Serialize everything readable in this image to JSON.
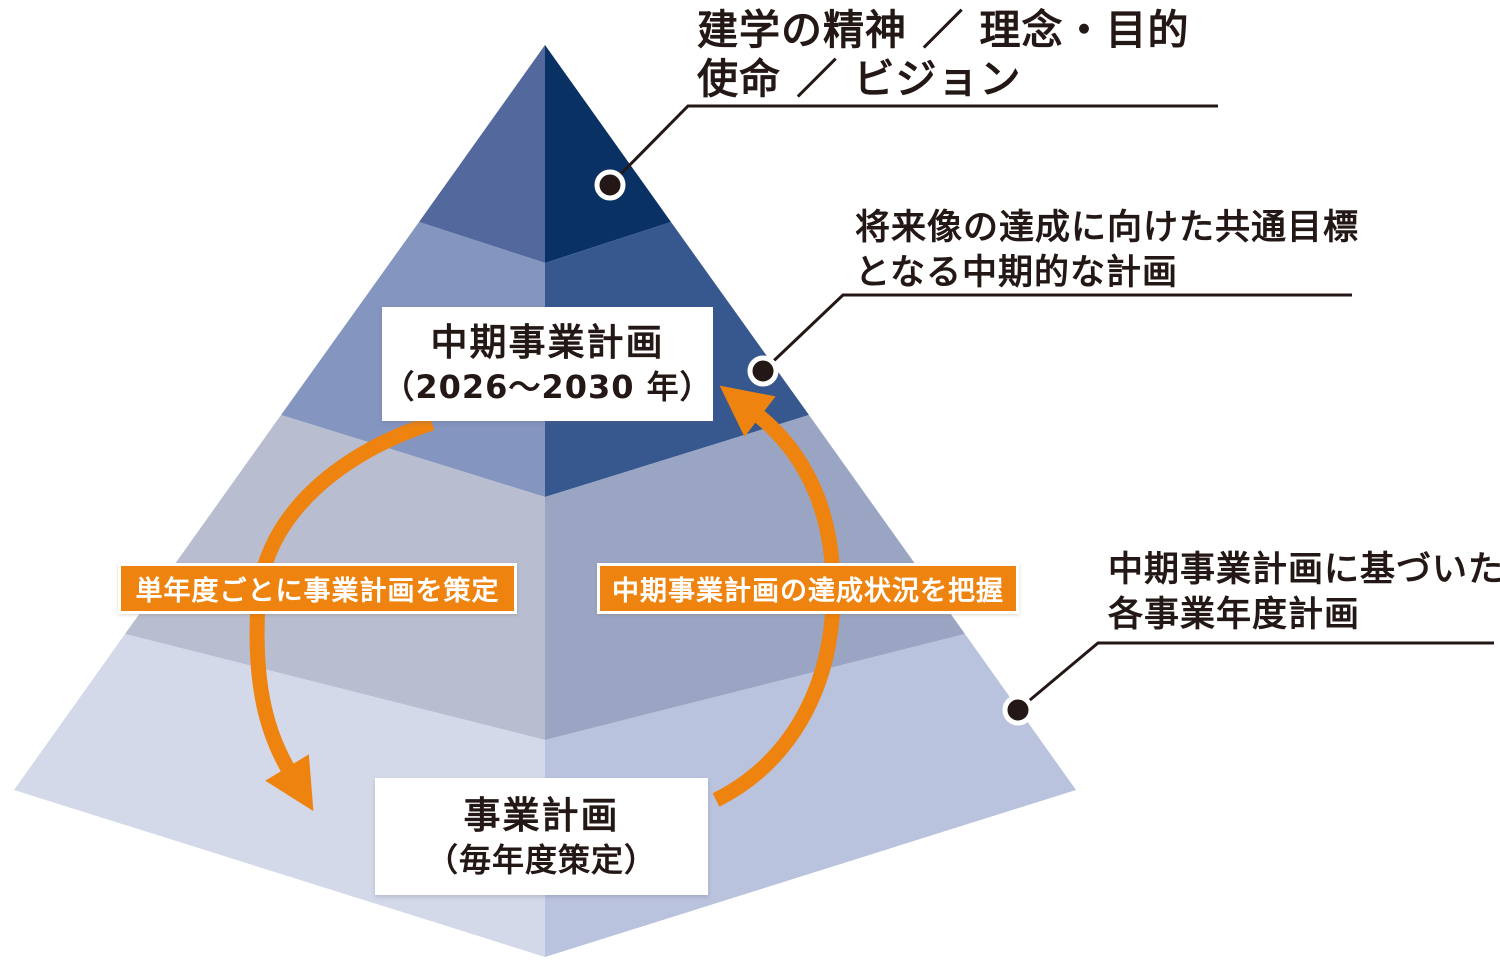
{
  "colors": {
    "orange": "#ee830f",
    "ink": "#231815",
    "tier1_left": "#53699d",
    "tier1_right": "#0a3164",
    "tier2_left": "#8495bf",
    "tier2_right": "#37588f",
    "tier3_left": "#b8bdd0",
    "tier3_right": "#9aa5c4",
    "tier4_left": "#d3d9e8",
    "tier4_right": "#bac3dd",
    "dot": "#231815",
    "line": "#231815"
  },
  "callouts": {
    "top": {
      "line1": "建学の精神 ／ 理念・目的",
      "line2": "使命 ／ ビジョン"
    },
    "mid": {
      "line1": "将来像の達成に向けた共通目標",
      "line2": "となる中期的な計画"
    },
    "bottom": {
      "line1": "中期事業計画に基づいた",
      "line2": "各事業年度計画"
    }
  },
  "boxes": {
    "mid_term": {
      "line1": "中期事業計画",
      "line2": "（2026～2030 年）"
    },
    "annual": {
      "line1": "事業計画",
      "line2": "（毎年度策定）"
    }
  },
  "cycle_labels": {
    "left": "単年度ごとに事業計画を策定",
    "right": "中期事業計画の達成状況を把握"
  }
}
